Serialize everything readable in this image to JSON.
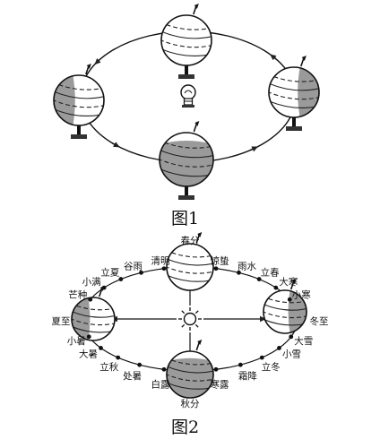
{
  "figure1": {
    "caption": "图1",
    "globes": [
      "top",
      "left",
      "right",
      "bottom"
    ]
  },
  "figure2": {
    "caption": "图2",
    "solar_terms": [
      {
        "name": "春分",
        "key": "spring-equinox"
      },
      {
        "name": "惊蛰",
        "key": "jingzhe"
      },
      {
        "name": "雨水",
        "key": "yushui"
      },
      {
        "name": "立春",
        "key": "lichun"
      },
      {
        "name": "大寒",
        "key": "dahan"
      },
      {
        "name": "小寒",
        "key": "xiaohan"
      },
      {
        "name": "冬至",
        "key": "winter-solstice"
      },
      {
        "name": "大雪",
        "key": "daxue"
      },
      {
        "name": "小雪",
        "key": "xiaoxue"
      },
      {
        "name": "立冬",
        "key": "lidong"
      },
      {
        "name": "霜降",
        "key": "shuangjiang"
      },
      {
        "name": "寒露",
        "key": "hanlu"
      },
      {
        "name": "秋分",
        "key": "autumn-equinox"
      },
      {
        "name": "白露",
        "key": "bailu"
      },
      {
        "name": "处暑",
        "key": "chushu"
      },
      {
        "name": "立秋",
        "key": "liqiu"
      },
      {
        "name": "大暑",
        "key": "dashu"
      },
      {
        "name": "小暑",
        "key": "xiaoshu"
      },
      {
        "name": "夏至",
        "key": "summer-solstice"
      },
      {
        "name": "芒种",
        "key": "mangzhong"
      },
      {
        "name": "小满",
        "key": "xiaoman"
      },
      {
        "name": "立夏",
        "key": "lixia"
      },
      {
        "name": "谷雨",
        "key": "guyu"
      },
      {
        "name": "清明",
        "key": "qingming"
      }
    ]
  }
}
